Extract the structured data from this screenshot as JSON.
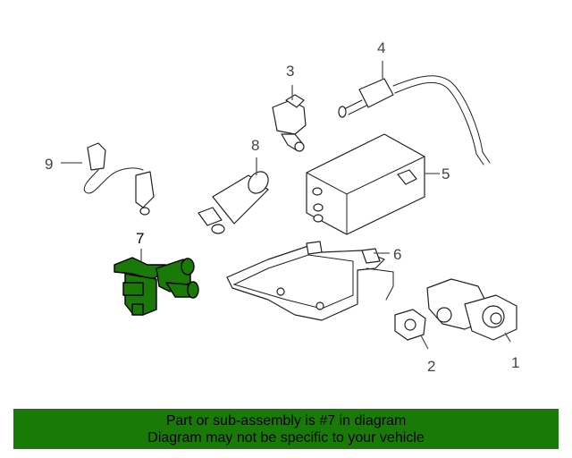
{
  "diagram": {
    "callouts": [
      {
        "id": "1",
        "label": "1"
      },
      {
        "id": "2",
        "label": "2"
      },
      {
        "id": "3",
        "label": "3"
      },
      {
        "id": "4",
        "label": "4"
      },
      {
        "id": "5",
        "label": "5"
      },
      {
        "id": "6",
        "label": "6"
      },
      {
        "id": "7",
        "label": "7",
        "highlighted": true
      },
      {
        "id": "8",
        "label": "8"
      },
      {
        "id": "9",
        "label": "9"
      }
    ],
    "highlight_color": "#1a7a08"
  },
  "banner": {
    "line1": "Part or sub-assembly is #7 in diagram",
    "line2": "Diagram may not be specific to your vehicle",
    "background": "#1a7a08"
  }
}
